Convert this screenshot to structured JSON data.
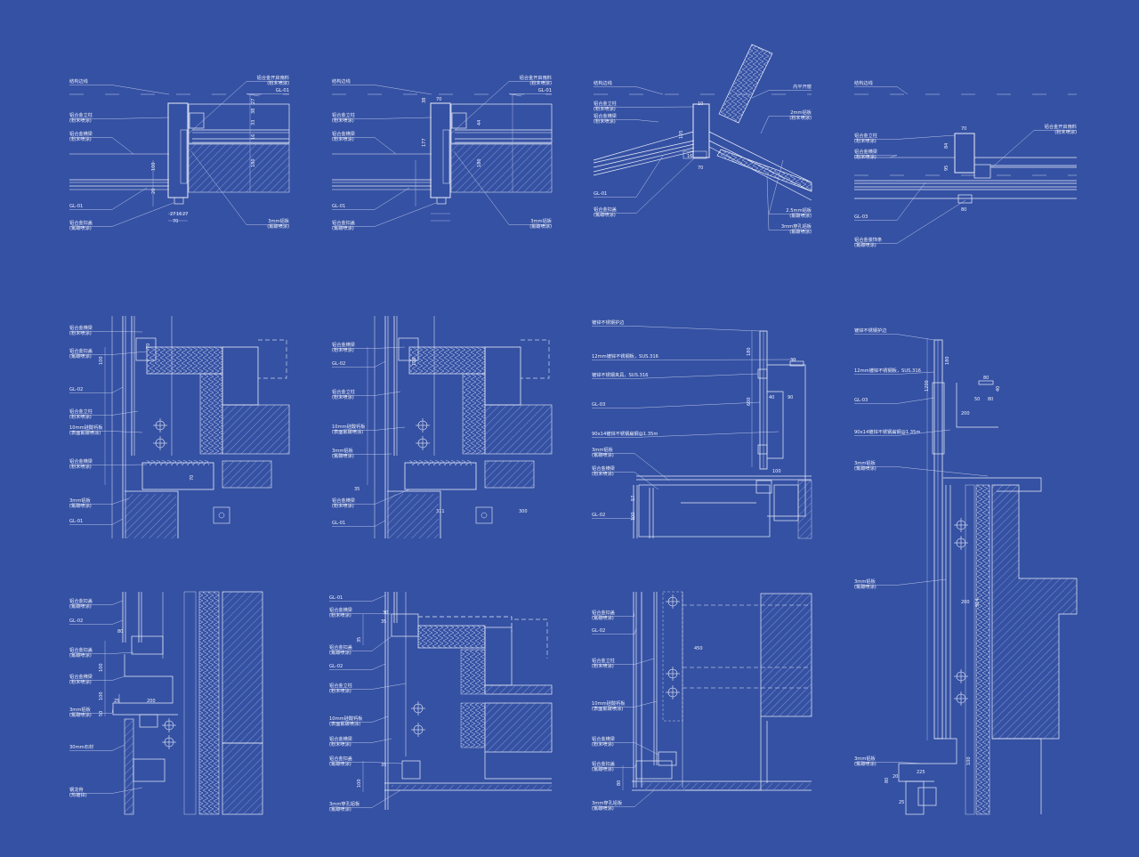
{
  "colors": {
    "background": "#3551a3",
    "line": "#e9edfa",
    "dim_line": "#a9b8e6"
  },
  "panels": [
    {
      "labels": [
        [
          "结构边线",
          ""
        ],
        [
          "铝合金开启扇料",
          "(粉末喷涂)"
        ],
        [
          "GL-01",
          ""
        ],
        [
          "铝合金立柱",
          "(粉末喷涂)"
        ],
        [
          "铝合金横梁",
          "(粉末喷涂)"
        ],
        [
          "GL-01",
          ""
        ],
        [
          "铝合金扣盖",
          "(氟碳喷涂)"
        ],
        [
          "3mm铝板",
          "(氟碳喷涂)"
        ]
      ],
      "dims": [
        "70",
        "27",
        "16",
        "27",
        "100",
        "180",
        "38",
        "33",
        "20",
        "27",
        "16"
      ]
    },
    {
      "labels": [
        [
          "结构边线",
          ""
        ],
        [
          "铝合金开启扇料",
          "(粉末喷涂)"
        ],
        [
          "GL-01",
          ""
        ],
        [
          "铝合金立柱",
          "(粉末喷涂)"
        ],
        [
          "铝合金横梁",
          "(粉末喷涂)"
        ],
        [
          "GL-01",
          ""
        ],
        [
          "铝合金扣盖",
          "(氟碳喷涂)"
        ],
        [
          "3mm铝板",
          "(氟碳喷涂)"
        ]
      ],
      "dims": [
        "70",
        "38",
        "44",
        "177",
        "180"
      ]
    },
    {
      "labels": [
        [
          "结构边线",
          ""
        ],
        [
          "内平开窗",
          ""
        ],
        [
          "铝合金立柱",
          "(粉末喷涂)"
        ],
        [
          "铝合金横梁",
          "(粉末喷涂)"
        ],
        [
          "2mm铝板",
          "(粉末喷涂)"
        ],
        [
          "GL-01",
          ""
        ],
        [
          "铝合金扣盖",
          "(氟碳喷涂)"
        ],
        [
          "2.5mm铝板",
          "(氟碳喷涂)"
        ],
        [
          "3mm穿孔铝板",
          "(氟碳喷涂)"
        ]
      ],
      "dims": [
        "10",
        "105",
        "70",
        "16"
      ]
    },
    {
      "labels": [
        [
          "结构边线",
          ""
        ],
        [
          "铝合金开启扇料",
          "(粉末喷涂)"
        ],
        [
          "铝合金立柱",
          "(粉末喷涂)"
        ],
        [
          "铝合金横梁",
          "(粉末喷涂)"
        ],
        [
          "GL-03",
          ""
        ],
        [
          "铝合金装饰条",
          "(氟碳喷涂)"
        ]
      ],
      "dims": [
        "70",
        "84",
        "95",
        "80"
      ]
    },
    {
      "labels": [
        [
          "铝合金横梁",
          "(粉末喷涂)"
        ],
        [
          "铝合金扣盖",
          "(氟碳喷涂)"
        ],
        [
          "GL-02",
          ""
        ],
        [
          "铝合金立柱",
          "(粉末喷涂)"
        ],
        [
          "10mm硅酸钙板",
          "(表面氟碳喷涂)"
        ],
        [
          "铝合金横梁",
          "(粉末喷涂)"
        ],
        [
          "3mm铝板",
          "(氟碳喷涂)"
        ],
        [
          "GL-01",
          ""
        ]
      ],
      "dims": [
        "100",
        "70",
        "70"
      ]
    },
    {
      "labels": [
        [
          "铝合金横梁",
          "(粉末喷涂)"
        ],
        [
          "GL-02",
          ""
        ],
        [
          "铝合金立柱",
          "(粉末喷涂)"
        ],
        [
          "10mm硅酸钙板",
          "(表面氟碳喷涂)"
        ],
        [
          "3mm铝板",
          "(氟碳喷涂)"
        ],
        [
          "铝合金横梁",
          "(粉末喷涂)"
        ],
        [
          "GL-01",
          ""
        ]
      ],
      "dims": [
        "100",
        "35",
        "311",
        "300"
      ]
    },
    {
      "labels": [
        [
          "镀锌不锈钢护边",
          ""
        ],
        [
          "12mm镀锌不锈钢板，SUS.316",
          ""
        ],
        [
          "镀锌不锈钢夹具，SUS.316",
          ""
        ],
        [
          "GL-03",
          ""
        ],
        [
          "90x14镀锌不锈钢扁钢@1.35m",
          ""
        ],
        [
          "3mm铝板",
          "(氟碳喷涂)"
        ],
        [
          "铝合金横梁",
          "(粉末喷涂)"
        ],
        [
          "GL-02",
          ""
        ]
      ],
      "dims": [
        "180",
        "30",
        "600",
        "40",
        "90",
        "100",
        "57",
        "100"
      ]
    },
    {
      "labels": [
        [
          "镀锌不锈钢护边",
          ""
        ],
        [
          "12mm镀锌不锈钢板，SUS.316",
          ""
        ],
        [
          "GL-03",
          ""
        ],
        [
          "90x14镀锌不锈钢扁钢@1.35m",
          ""
        ],
        [
          "3mm铝板",
          "(氟碳喷涂)"
        ],
        [
          "3mm铝板",
          "(氟碳喷涂)"
        ],
        [
          "3mm铝板",
          "(氟碳喷涂)"
        ]
      ],
      "dims": [
        "180",
        "1200",
        "80",
        "50",
        "80",
        "40",
        "200",
        "914",
        "200",
        "225",
        "100",
        "80",
        "25",
        "20"
      ]
    },
    {
      "labels": [
        [
          "铝合金扣盖",
          "(氟碳喷涂)"
        ],
        [
          "GL-02",
          ""
        ],
        [
          "铝合金扣盖",
          "(氟碳喷涂)"
        ],
        [
          "铝合金横梁",
          "(粉末喷涂)"
        ],
        [
          "3mm铝板",
          "(氟碳喷涂)"
        ],
        [
          "30mm石材",
          ""
        ],
        [
          "钢龙骨",
          "(热镀锌)"
        ]
      ],
      "dims": [
        "80",
        "100",
        "100",
        "25",
        "200",
        "50"
      ]
    },
    {
      "labels": [
        [
          "GL-01",
          ""
        ],
        [
          "铝合金横梁",
          "(粉末喷涂)"
        ],
        [
          "铝合金扣盖",
          "(氟碳喷涂)"
        ],
        [
          "GL-02",
          ""
        ],
        [
          "铝合金立柱",
          "(粉末喷涂)"
        ],
        [
          "10mm硅酸钙板",
          "(表面氟碳喷涂)"
        ],
        [
          "铝合金横梁",
          "(粉末喷涂)"
        ],
        [
          "铝合金扣盖",
          "(氟碳喷涂)"
        ],
        [
          "3mm穿孔铝板",
          "(氟碳喷涂)"
        ]
      ],
      "dims": [
        "30",
        "35",
        "35",
        "100",
        "35"
      ]
    },
    {
      "labels": [
        [
          "铝合金扣盖",
          "(氟碳喷涂)"
        ],
        [
          "GL-02",
          ""
        ],
        [
          "铝合金立柱",
          "(粉末喷涂)"
        ],
        [
          "10mm硅酸钙板",
          "(表面氟碳喷涂)"
        ],
        [
          "铝合金横梁",
          "(粉末喷涂)"
        ],
        [
          "铝合金扣盖",
          "(氟碳喷涂)"
        ],
        [
          "3mm穿孔铝板",
          "(氟碳喷涂)"
        ]
      ],
      "dims": [
        "450",
        "80"
      ]
    }
  ]
}
